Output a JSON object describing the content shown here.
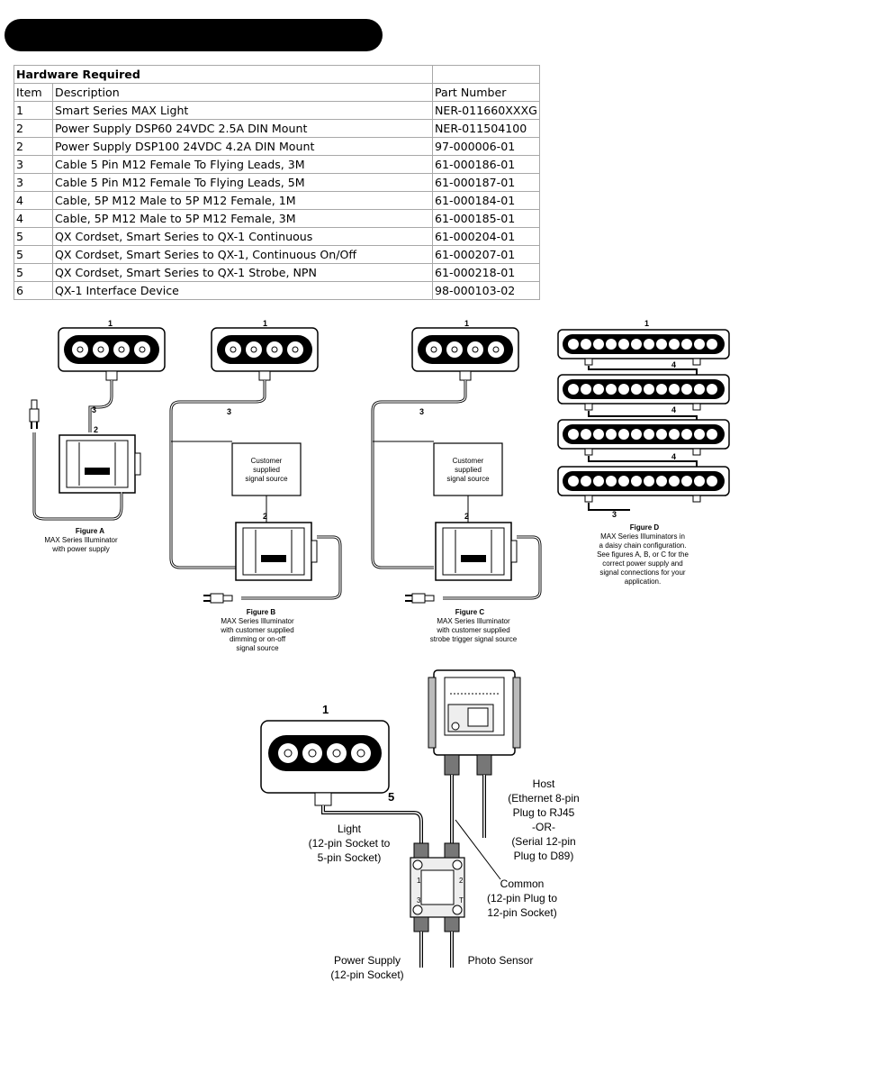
{
  "table": {
    "title": "Hardware Required",
    "headers": [
      "Item",
      "Description",
      "Part Number"
    ],
    "rows": [
      {
        "item": "1",
        "description": "Smart Series MAX Light",
        "part": "NER-011660XXXG"
      },
      {
        "item": "2",
        "description": "Power Supply DSP60 24VDC 2.5A DIN Mount",
        "part": "NER-011504100"
      },
      {
        "item": "2",
        "description": "Power Supply DSP100 24VDC 4.2A DIN Mount",
        "part": "97-000006-01"
      },
      {
        "item": "3",
        "description": "Cable 5 Pin M12 Female To Flying Leads, 3M",
        "part": "61-000186-01"
      },
      {
        "item": "3",
        "description": "Cable 5 Pin M12 Female To Flying Leads, 5M",
        "part": "61-000187-01"
      },
      {
        "item": "4",
        "description": "Cable, 5P M12 Male to 5P M12 Female, 1M",
        "part": "61-000184-01"
      },
      {
        "item": "4",
        "description": "Cable, 5P M12 Male to 5P M12 Female, 3M",
        "part": "61-000185-01"
      },
      {
        "item": "5",
        "description": "QX Cordset, Smart Series to QX-1 Continuous",
        "part": "61-000204-01"
      },
      {
        "item": "5",
        "description": "QX Cordset, Smart Series to QX-1, Continuous On/Off",
        "part": "61-000207-01"
      },
      {
        "item": "5",
        "description": "QX Cordset, Smart Series to QX-1 Strobe, NPN",
        "part": "61-000218-01"
      },
      {
        "item": "6",
        "description": "QX-1 Interface Device",
        "part": "98-000103-02"
      }
    ]
  },
  "figures": {
    "a": {
      "num_light": "1",
      "num_psu": "2",
      "num_cable": "3",
      "caption_title": "Figure A",
      "caption_lines": [
        "MAX  Series Illuminator",
        "with power supply"
      ]
    },
    "b": {
      "num_light": "1",
      "num_cable": "3",
      "num_psu": "2",
      "source_lines": [
        "Customer",
        "supplied",
        "signal source"
      ],
      "caption_title": "Figure B",
      "caption_lines": [
        "MAX  Series Illuminator",
        "with customer supplied",
        "dimming or on-off",
        "signal source"
      ]
    },
    "c": {
      "num_light": "1",
      "num_cable": "3",
      "num_psu": "2",
      "source_lines": [
        "Customer",
        "supplied",
        "signal source"
      ],
      "caption_title": "Figure C",
      "caption_lines": [
        "MAX  Series Illuminator",
        "with customer supplied",
        "strobe trigger signal source"
      ]
    },
    "d": {
      "num_light": "1",
      "num_link": "4",
      "num_cable": "3",
      "caption_title": "Figure D",
      "caption_lines": [
        "MAX  Series Illuminators in",
        "a daisy chain configuration.",
        "See figures A, B, or C for the",
        "correct power supply and",
        "signal connections for your",
        "application."
      ]
    },
    "qx": {
      "num_light": "1",
      "num_cordset": "5",
      "light_lines": [
        "Light",
        "(12-pin Socket to",
        "5-pin Socket)"
      ],
      "host_lines": [
        "Host",
        "(Ethernet 8-pin",
        "Plug to RJ45",
        "-OR-",
        "(Serial 12-pin",
        "Plug to D89)"
      ],
      "common_lines": [
        "Common",
        "(12-pin Plug to",
        "12-pin Socket)"
      ],
      "power_lines": [
        "Power Supply",
        "(12-pin Socket)"
      ],
      "photo_label": "Photo Sensor",
      "port_labels": [
        "1",
        "2",
        "3",
        "T"
      ]
    }
  }
}
